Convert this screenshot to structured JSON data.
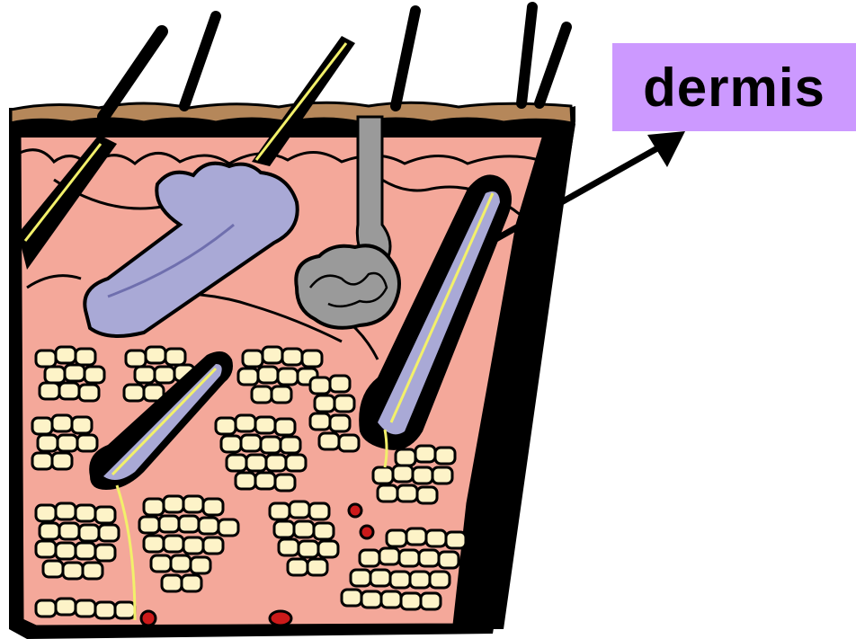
{
  "label": {
    "text": "dermis",
    "box_color": "#cc99ff"
  },
  "colors": {
    "epidermis": "#b5875a",
    "dermis": "#f4a89a",
    "fat_cells": "#fdf3c8",
    "gland": "#a9a9d6",
    "sweat_gland": "#9a9a9a",
    "hair_shaft": "#f2f06a",
    "vessel": "#cc1a1a",
    "outline": "#000000"
  },
  "icons": [
    "skin-cross-section-illustration",
    "pointer-arrow"
  ]
}
